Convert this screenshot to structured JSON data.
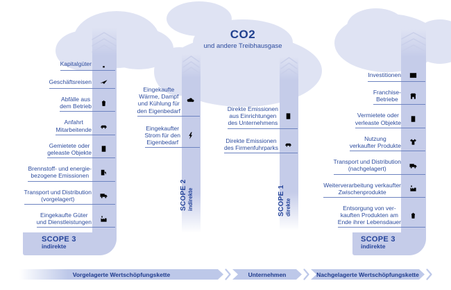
{
  "title": {
    "main": "CO2",
    "sub": "und andere Treibhausgase"
  },
  "scopes": {
    "upstream": {
      "scope_label": "SCOPE 3",
      "scope_type": "indirekte",
      "items": [
        {
          "label": "Kapitalgüter",
          "icon": "crane-icon"
        },
        {
          "label": "Geschäftsreisen",
          "icon": "plane-icon"
        },
        {
          "label": "Abfälle aus\ndem Betrieb",
          "icon": "waste-bin-icon"
        },
        {
          "label": "Anfahrt\nMitarbeitende",
          "icon": "car-icon"
        },
        {
          "label": "Gemietete oder\ngeleaste Objekte",
          "icon": "building-icon"
        },
        {
          "label": "Brennstoff- und energie-\nbezogene Emissionen",
          "icon": "fuel-pump-icon"
        },
        {
          "label": "Transport und Distribution\n(vorgelagert)",
          "icon": "truck-icon"
        },
        {
          "label": "Eingekaufte Güter\nund Dienstleistungen",
          "icon": "factory-icon"
        }
      ]
    },
    "scope2": {
      "scope_label": "SCOPE 2",
      "scope_type": "indirekte",
      "items": [
        {
          "label": "Eingekaufte\nWärme, Dampf\nund Kühlung für\nden Eigenbedarf",
          "icon": "steam-icon"
        },
        {
          "label": "Eingekaufter\nStrom für den\nEigenbedarf",
          "icon": "bolt-icon"
        }
      ]
    },
    "scope1": {
      "scope_label": "SCOPE 1",
      "scope_type": "direkte",
      "items": [
        {
          "label": "Direkte Emissionen\naus Einrichtungen\ndes Unternehmens",
          "icon": "building-icon"
        },
        {
          "label": "Direkte Emissionen\ndes Firmenfuhrparks",
          "icon": "car-icon"
        }
      ]
    },
    "downstream": {
      "scope_label": "SCOPE 3",
      "scope_type": "indirekte",
      "items": [
        {
          "label": "Investitionen",
          "icon": "chart-icon"
        },
        {
          "label": "Franchise-\nBetriebe",
          "icon": "store-icon"
        },
        {
          "label": "Vermietete oder\nverleaste Objekte",
          "icon": "building-icon"
        },
        {
          "label": "Nutzung\nverkaufter Produkte",
          "icon": "tshirt-icon"
        },
        {
          "label": "Transport und Distribution\n(nachgelagert)",
          "icon": "truck-icon"
        },
        {
          "label": "Weiterverarbeitung verkaufter\nZwischenprodukte",
          "icon": "factory-icon"
        },
        {
          "label": "Entsorgung von ver-\nkauften Produkten am\nEnde ihrer Lebensdauer",
          "icon": "waste-bin-icon"
        }
      ]
    }
  },
  "value_chain": {
    "segments": [
      "Vorgelagerte Wertschöpfungskette",
      "Unternehmen",
      "Nachgelagerte Wertschöpfungskette"
    ]
  },
  "colors": {
    "cloud": "#dfe3f3",
    "pillar": "#c5cce9",
    "label_text": "#2d4c9e",
    "heading_text": "#25449a",
    "bar": "#bdc8e9",
    "bar_text": "#1e3a8c"
  }
}
